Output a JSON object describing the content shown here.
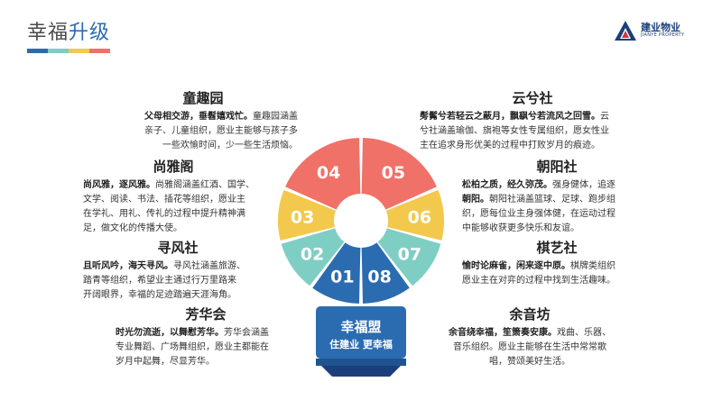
{
  "header": {
    "title_main": "幸福",
    "title_accent": "升级",
    "bar_colors": [
      "#2b6cb0",
      "#7ecec4",
      "#f2c94c",
      "#f07167"
    ]
  },
  "logo": {
    "name": "建业物业",
    "subtitle": "JIANYE PROPERTY",
    "color": "#1a3f7a"
  },
  "bulb": {
    "segments": [
      {
        "number": "01",
        "color": "#2b6cb0"
      },
      {
        "number": "02",
        "color": "#7ecec4"
      },
      {
        "number": "03",
        "color": "#f2c94c"
      },
      {
        "number": "04",
        "color": "#f07167"
      },
      {
        "number": "05",
        "color": "#f07167"
      },
      {
        "number": "06",
        "color": "#f2c94c"
      },
      {
        "number": "07",
        "color": "#7ecec4"
      },
      {
        "number": "08",
        "color": "#2b6cb0"
      }
    ],
    "base_title": "幸福盟",
    "base_subtitle": "住建业 更幸福"
  },
  "clubs": {
    "tongquyuan": {
      "name": "童趣园",
      "motto": "父母相交游，垂髫嬉戏忙。",
      "line1_rest": "童趣园涵盖",
      "line2": "亲子、儿童组织，愿业主能够与孩子多",
      "line3": "一些欢愉时间，少一些生活烦恼。"
    },
    "shangyage": {
      "name": "尚雅阁",
      "motto": "尚风雅，逐风雅。",
      "line1_rest": "尚雅阁涵盖红酒、国学、",
      "line2": "文学、阅读、书法、插花等组织，愿业主",
      "line3": "在学礼、用礼、传礼的过程中提升精神满",
      "line4": "足，做文化的传播大使。"
    },
    "xunfengshe": {
      "name": "寻风社",
      "motto": "且听风吟，海天寻风。",
      "line1_rest": "寻风社涵盖旅游、",
      "line2": "踏青等组织，希望业主通过行万里路来",
      "line3": "开阔眼界，幸福的足迹踏遍天涯海角。"
    },
    "fanghuahui": {
      "name": "芳华会",
      "motto": "时光勿流逝，以舞慰芳华。",
      "line1_rest": "芳华会涵盖",
      "line2": "专业舞蹈、广场舞组织，愿业主都能在",
      "line3": "岁月中起舞，尽显芳华。"
    },
    "yunxishe": {
      "name": "云兮社",
      "motto": "髣髴兮若轻云之蔽月，飘飖兮若流风之回雪。",
      "line1_rest": "云",
      "line2": "兮社涵盖瑜伽、旗袍等女性专属组织，愿女性业",
      "line3": "主在追求身形优美的过程中打败岁月的痕迹。"
    },
    "zhaoyangshe": {
      "name": "朝阳社",
      "motto": "松柏之质，经久弥茂。",
      "line1_rest": "强身健体，追逐",
      "line2_bold": "朝阳。",
      "line2_rest": "朝阳社涵盖篮球、足球、跑步组",
      "line3": "织，愿每位业主身强体健，在运动过程",
      "line4": "中能够收获更多快乐和友谊。"
    },
    "qiyishe": {
      "name": "棋艺社",
      "motto": "愉时论麻雀，闲来逐中原。",
      "line1_rest": "棋牌类组织",
      "line2": "愿业主在对弈的过程中找到生活趣味。"
    },
    "yuyinfang": {
      "name": "余音坊",
      "motto": "余音绕幸福，笙箫奏安康。",
      "line1_rest": "戏曲、乐器、",
      "line2": "音乐组织。愿业主能够在生活中常常歌",
      "line3": "唱，赞颂美好生活。"
    }
  }
}
